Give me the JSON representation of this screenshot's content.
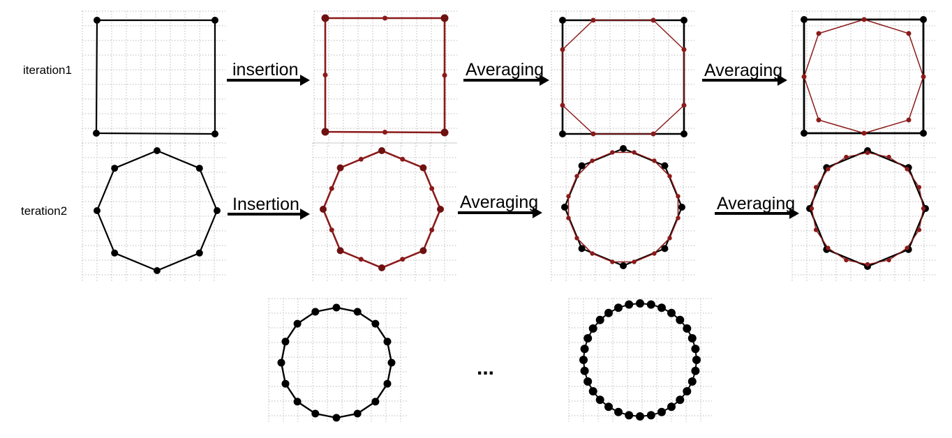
{
  "rows": [
    {
      "label": "iteration1",
      "steps": [
        {
          "label": "insertion"
        },
        {
          "label": "Averaging"
        },
        {
          "label": "Averaging"
        }
      ]
    },
    {
      "label": "teration2",
      "steps": [
        {
          "label": "Insertion"
        },
        {
          "label": "Averaging"
        },
        {
          "label": "Averaging"
        }
      ]
    }
  ],
  "continuation": "...",
  "colors": {
    "original": "#000000",
    "inserted": "#8b1a1a",
    "grid": "#b8b8b8"
  }
}
